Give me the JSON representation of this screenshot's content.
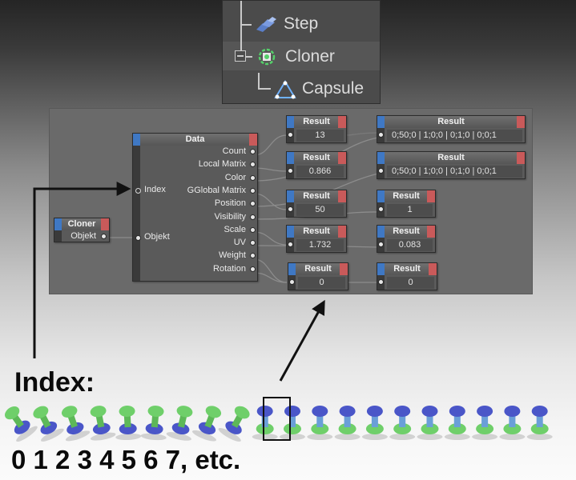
{
  "object_manager": {
    "items": [
      {
        "label": "Step",
        "icon": "step-deformer-icon"
      },
      {
        "label": "Cloner",
        "icon": "cloner-icon"
      },
      {
        "label": "Capsule",
        "icon": "capsule-primitive-icon"
      }
    ]
  },
  "xpresso": {
    "cloner_node": {
      "title": "Cloner",
      "port": "Objekt"
    },
    "data_node": {
      "title": "Data",
      "inputs": [
        "Index",
        "Objekt"
      ],
      "outputs": [
        "Count",
        "Local Matrix",
        "Color",
        "GGlobal Matrix",
        "Position",
        "Visibility",
        "Scale",
        "UV",
        "Weight",
        "Rotation"
      ]
    },
    "result_nodes": [
      {
        "title": "Result",
        "value": "13"
      },
      {
        "title": "Result",
        "value": "0.866"
      },
      {
        "title": "Result",
        "value": "50"
      },
      {
        "title": "Result",
        "value": "1.732"
      },
      {
        "title": "Result",
        "value": "0"
      },
      {
        "title": "Result",
        "value": "0;50;0 | 1;0;0 | 0;1;0 | 0;0;1"
      },
      {
        "title": "Result",
        "value": "0;50;0 | 1;0;0 | 0;1;0 | 0;0;1"
      },
      {
        "title": "Result",
        "value": "1"
      },
      {
        "title": "Result",
        "value": "0.083"
      },
      {
        "title": "Result",
        "value": "0"
      }
    ]
  },
  "annotations": {
    "index_title": "Index:",
    "index_numbers": "0 1 2 3 4 5 6 7, etc."
  },
  "colors": {
    "port_tab_blue": "#3f78c4",
    "port_tab_red": "#c95a5a",
    "clone_green": "#6fcf6a",
    "clone_blue": "#4a56c8"
  }
}
